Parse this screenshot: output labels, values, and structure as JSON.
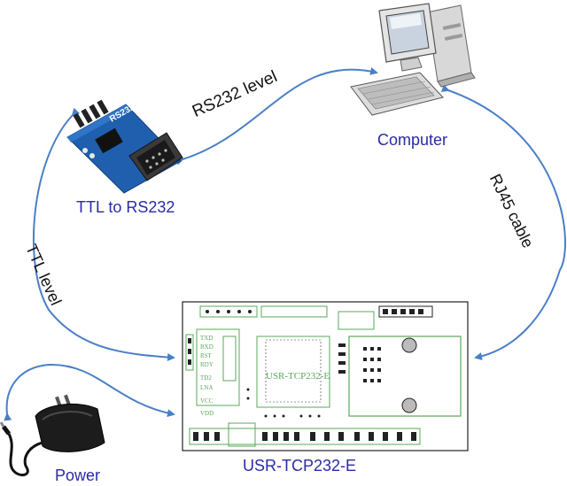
{
  "labels": {
    "rs232_level": "RS232 level",
    "computer": "Computer",
    "ttl_to_rs232": "TTL to RS232",
    "rj45_cable": "RJ45 cable",
    "ttl_level": "TTL level",
    "power": "Power",
    "module": "USR-TCP232-E"
  },
  "board_text": {
    "rs232_module": "RS232",
    "chip": "USR-TCP232-E",
    "pins": [
      "TXD",
      "RXD",
      "RST",
      "RDY",
      "TD2",
      "LNA",
      "VCC",
      "VDD"
    ]
  },
  "colors": {
    "arrow": "#4a7fc6",
    "label_blue": "#2a2aa8",
    "silkscreen_green": "#5aa85a"
  }
}
